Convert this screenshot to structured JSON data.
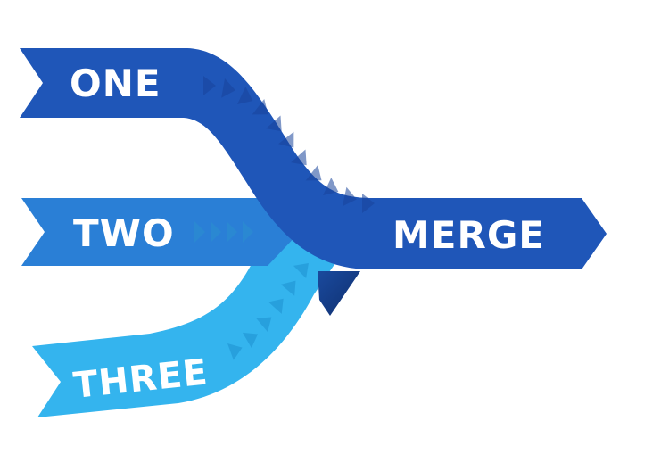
{
  "labels": {
    "one": "ONE",
    "two": "TWO",
    "three": "THREE",
    "merge": "MERGE"
  },
  "colors": {
    "one": "#1f56b8",
    "two": "#2a7fd6",
    "three": "#34b4ee",
    "merge": "#1f56b8",
    "chevron_dark": "#17449a",
    "chevron_light": "#2a8fd0",
    "chevron_cyan": "#1e8fd0"
  }
}
